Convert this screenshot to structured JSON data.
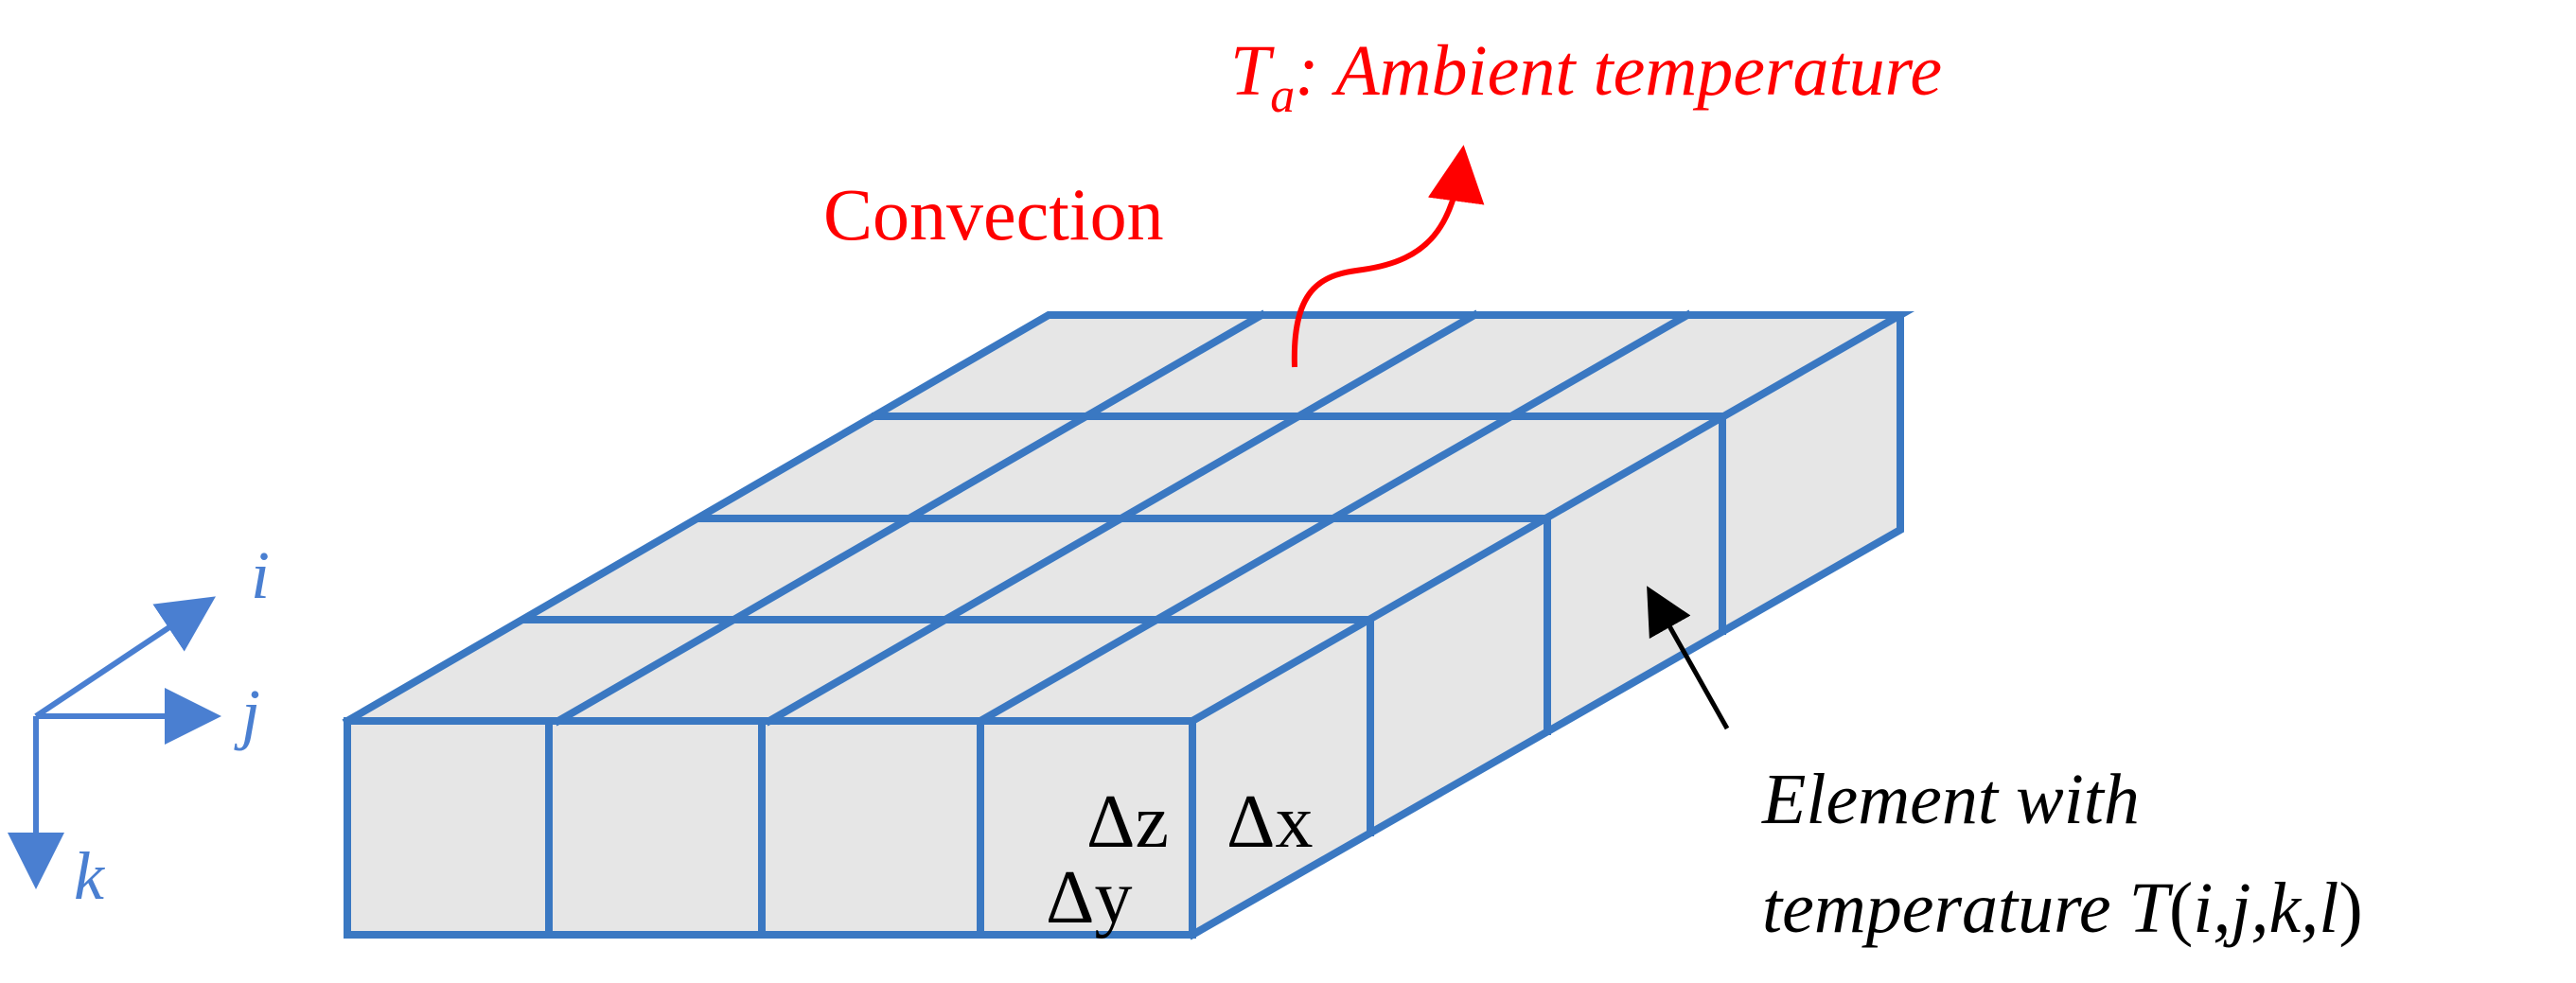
{
  "ambient": {
    "symbol": "T",
    "subscript": "a",
    "text": ": Ambient temperature"
  },
  "convection": {
    "label": "Convection"
  },
  "axes": {
    "i": "i",
    "j": "j",
    "k": "k"
  },
  "deltas": {
    "dz": "Δz",
    "dx": "Δx",
    "dy": "Δy"
  },
  "element": {
    "line1": "Element with",
    "line2_prefix": "temperature ",
    "line2_T": "T",
    "line2_open": "(",
    "line2_args": "i,j,k,l",
    "line2_close": ")"
  },
  "colors": {
    "grid": "#3a78c2",
    "fill": "#e6e6e6",
    "accent": "#ff0000",
    "text": "#000000",
    "axis": "#4a7fd1"
  }
}
